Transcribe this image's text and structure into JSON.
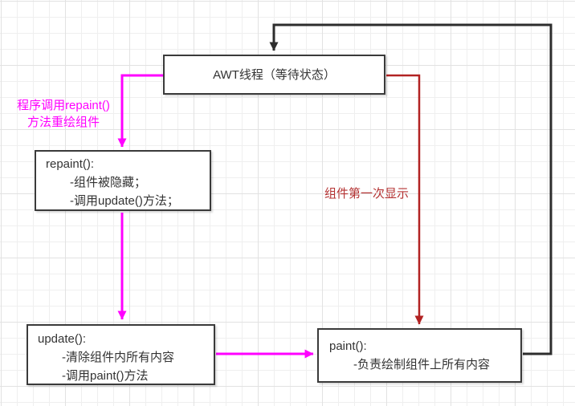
{
  "nodes": {
    "awt": {
      "title": "AWT线程（等待状态）"
    },
    "repaint": {
      "title": "repaint():",
      "lines": [
        "-组件被隐藏；",
        "-调用update()方法；"
      ]
    },
    "update": {
      "title": "update():",
      "lines": [
        "-清除组件内所有内容",
        "-调用paint()方法"
      ]
    },
    "paint": {
      "title": "paint():",
      "lines": [
        "-负责绘制组件上所有内容"
      ]
    }
  },
  "labels": {
    "repaint_call_line1": "程序调用repaint()",
    "repaint_call_line2": "方法重绘组件",
    "first_display": "组件第一次显示"
  },
  "colors": {
    "magenta": "#ff00ff",
    "dark_red": "#b22222",
    "line_black": "#2d2d2d"
  }
}
